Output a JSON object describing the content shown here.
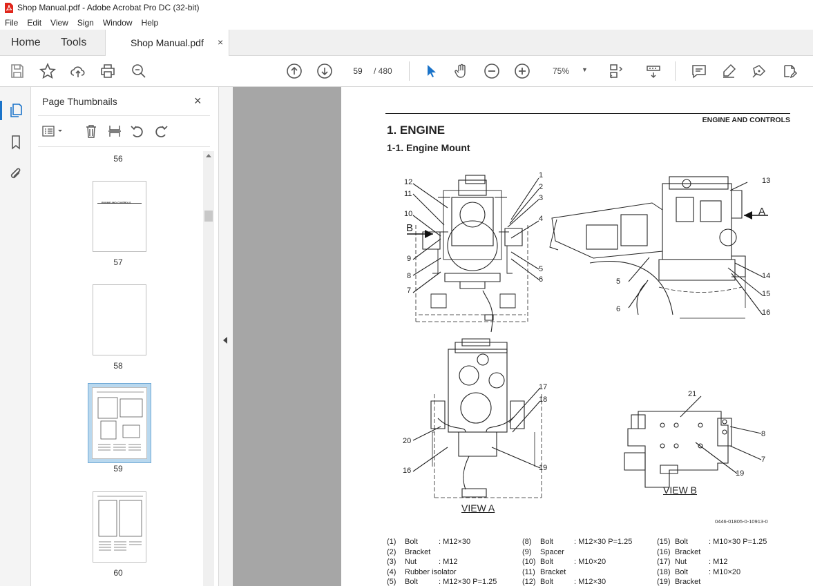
{
  "window": {
    "title": "Shop Manual.pdf - Adobe Acrobat Pro DC (32-bit)"
  },
  "menu": [
    "File",
    "Edit",
    "View",
    "Sign",
    "Window",
    "Help"
  ],
  "tabs": {
    "home": "Home",
    "tools": "Tools",
    "document": "Shop Manual.pdf",
    "close": "×"
  },
  "toolbar": {
    "current_page": "59",
    "page_total": "/   480",
    "zoom": "75%"
  },
  "thumbnails": {
    "title": "Page Thumbnails",
    "close": "×",
    "pages": [
      {
        "num": "56"
      },
      {
        "num": "57",
        "heading": "ENGINE AND CONTROLS"
      },
      {
        "num": "58"
      },
      {
        "num": "59",
        "selected": true
      },
      {
        "num": "60"
      }
    ]
  },
  "document": {
    "header": "ENGINE AND CONTROLS",
    "section_title": "1. ENGINE",
    "subsection_title": "1-1. Engine Mount",
    "figure_code": "0446-01805-0-10913-0",
    "view_a": "VIEW A",
    "view_b": "VIEW B",
    "arrow_a": "A",
    "arrow_b": "B",
    "callouts": [
      "1",
      "2",
      "3",
      "4",
      "5",
      "6",
      "7",
      "8",
      "9",
      "10",
      "11",
      "12",
      "13",
      "14",
      "15",
      "16",
      "17",
      "18",
      "19",
      "20",
      "21"
    ],
    "parts": [
      [
        {
          "n": "(1)",
          "name": "Bolt",
          "spec": ": M12×30"
        },
        {
          "n": "(2)",
          "name": "Bracket",
          "spec": ""
        },
        {
          "n": "(3)",
          "name": "Nut",
          "spec": ": M12"
        },
        {
          "n": "(4)",
          "name": "Rubber isolator",
          "spec": ""
        },
        {
          "n": "(5)",
          "name": "Bolt",
          "spec": ": M12×30 P=1.25"
        }
      ],
      [
        {
          "n": "(8)",
          "name": "Bolt",
          "spec": ": M12×30 P=1.25"
        },
        {
          "n": "(9)",
          "name": "Spacer",
          "spec": ""
        },
        {
          "n": "(10)",
          "name": "Bolt",
          "spec": ": M10×20"
        },
        {
          "n": "(11)",
          "name": "Bracket",
          "spec": ""
        },
        {
          "n": "(12)",
          "name": "Bolt",
          "spec": ": M12×30"
        }
      ],
      [
        {
          "n": "(15)",
          "name": "Bolt",
          "spec": ": M10×30 P=1.25"
        },
        {
          "n": "(16)",
          "name": "Bracket",
          "spec": ""
        },
        {
          "n": "(17)",
          "name": "Nut",
          "spec": ": M12"
        },
        {
          "n": "(18)",
          "name": "Bolt",
          "spec": ": M10×20"
        },
        {
          "n": "(19)",
          "name": "Bracket",
          "spec": ""
        }
      ]
    ]
  },
  "colors": {
    "accent_blue": "#1a73c9",
    "pdf_red": "#e0261b",
    "viewer_grey": "#a6a6a6"
  }
}
